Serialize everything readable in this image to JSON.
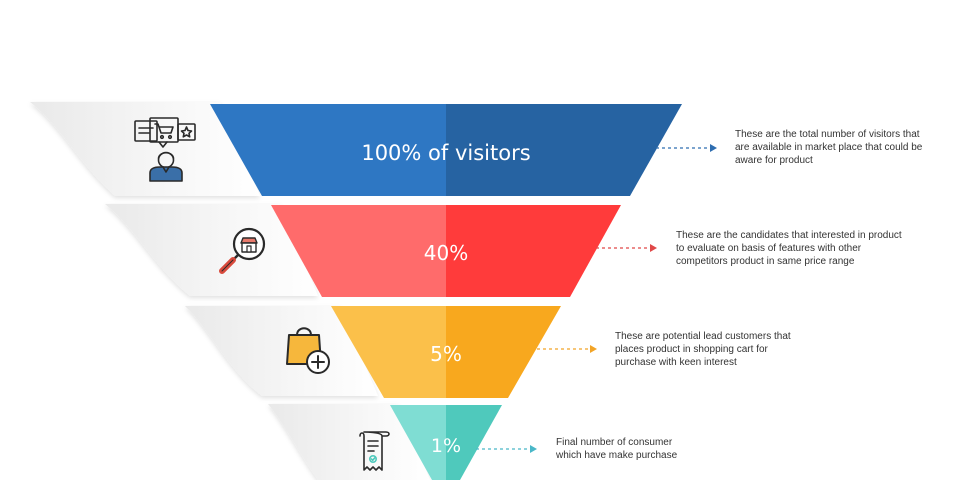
{
  "funnel": {
    "stages": [
      {
        "label": "100% of visitors",
        "description": "These are the total number of visitors that are available in market place that could be aware for product",
        "color_left": "#2E77C3",
        "color_right": "#2663A2",
        "arrow_color": "#2E6DB0",
        "icon": "customer-cart-review-icon"
      },
      {
        "label": "40%",
        "description": "These are the candidates that interested in product to evaluate on basis of features with other competitors product in same price range",
        "color_left": "#FF6B6B",
        "color_right": "#FF3B3B",
        "arrow_color": "#E04848",
        "icon": "search-store-icon"
      },
      {
        "label": "5%",
        "description": "These are potential lead customers that places product in shopping cart for purchase with keen interest",
        "color_left": "#FBC04A",
        "color_right": "#F8A81E",
        "arrow_color": "#F2A427",
        "icon": "shopping-bag-add-icon"
      },
      {
        "label": "1%",
        "description": "Final number of consumer which have make purchase",
        "color_left": "#7FDDD3",
        "color_right": "#4FC9BC",
        "arrow_color": "#49B7C8",
        "icon": "receipt-icon"
      }
    ]
  }
}
